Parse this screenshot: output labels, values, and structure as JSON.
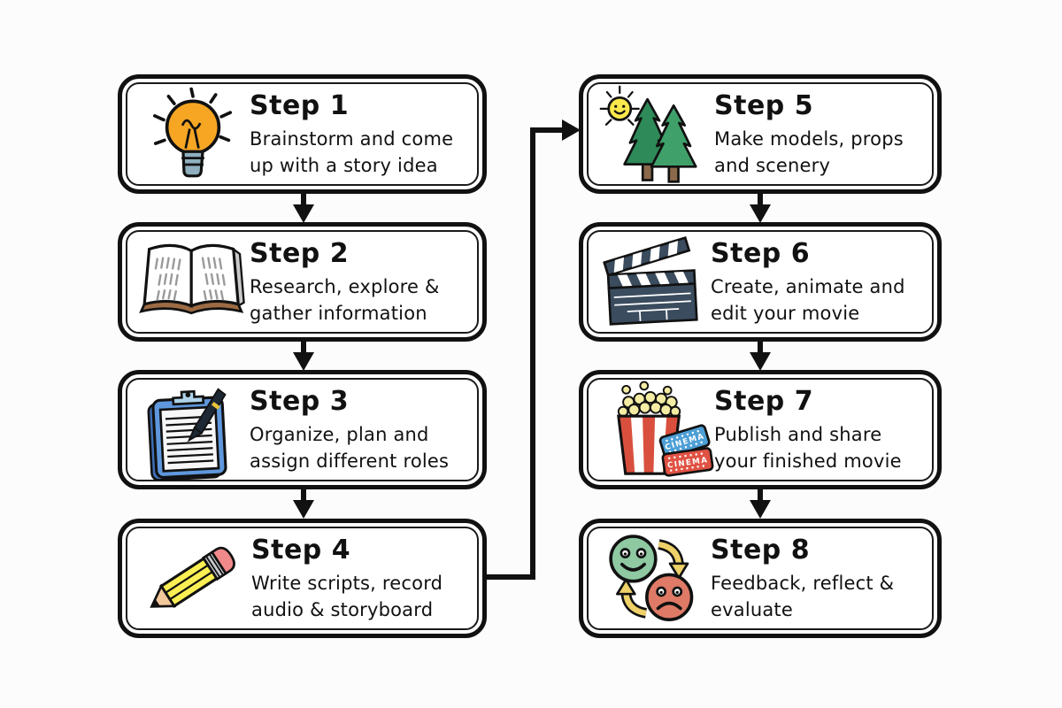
{
  "diagram": {
    "kind": "flowchart",
    "description_visible_text_only": true
  },
  "colors": {
    "background": "#fcfcfc",
    "box_fill": "#ffffff",
    "outline": "#111111",
    "bulb_yellow": "#F6A623",
    "bulb_base_blue": "#8FAFBE",
    "book_brown": "#9C6B44",
    "clipboard_blue": "#5E97DC",
    "clip_light_blue": "#AED3E8",
    "pencil_yellow": "#FBEF54",
    "eraser_pink": "#F08A8A",
    "tree_green_dark": "#2E8A58",
    "tree_green_light": "#3FA06A",
    "sun_yellow": "#FBE84C",
    "clapper_slate": "#3A4C5E",
    "popcorn_red": "#D94F3D",
    "popcorn_kernel": "#F4ECA3",
    "ticket_blue": "#4D9FD6",
    "ticket_red": "#E05243",
    "smiley_green": "#8FC9A2",
    "smiley_red": "#DF7A66",
    "cycle_arrow_yellow": "#EFD169"
  },
  "steps": [
    {
      "id": 1,
      "title": "Step 1",
      "line1": "Brainstorm and come",
      "line2": "up with a story idea",
      "icon": "lightbulb-icon"
    },
    {
      "id": 2,
      "title": "Step 2",
      "line1": "Research, explore &",
      "line2": "gather information",
      "icon": "open-book-icon"
    },
    {
      "id": 3,
      "title": "Step 3",
      "line1": "Organize, plan and",
      "line2": "assign different roles",
      "icon": "clipboard-pen-icon"
    },
    {
      "id": 4,
      "title": "Step 4",
      "line1": "Write scripts, record",
      "line2": "audio & storyboard",
      "icon": "pencil-icon"
    },
    {
      "id": 5,
      "title": "Step 5",
      "line1": "Make models, props",
      "line2": "and scenery",
      "icon": "sun-and-trees-icon"
    },
    {
      "id": 6,
      "title": "Step 6",
      "line1": "Create, animate and",
      "line2": "edit your movie",
      "icon": "clapperboard-icon"
    },
    {
      "id": 7,
      "title": "Step 7",
      "line1": "Publish and share",
      "line2": "your finished movie",
      "icon": "popcorn-tickets-icon"
    },
    {
      "id": 8,
      "title": "Step 8",
      "line1": "Feedback, reflect &",
      "line2": "evaluate",
      "icon": "smiley-feedback-icon"
    }
  ],
  "icon_labels": {
    "cinema_ticket": "CINEMA"
  },
  "flow": {
    "left_column_order": [
      "Step 1",
      "Step 2",
      "Step 3",
      "Step 4"
    ],
    "right_column_order": [
      "Step 5",
      "Step 6",
      "Step 7",
      "Step 8"
    ],
    "cross_connector": "Step 4 to Step 5"
  }
}
